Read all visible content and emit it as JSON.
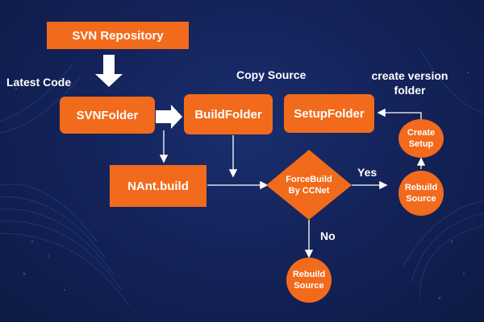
{
  "colors": {
    "node_fill": "#f26a1b",
    "background": "#14235a",
    "arrow": "#ffffff",
    "text": "#ffffff"
  },
  "nodes": {
    "svn_repository": "SVN Repository",
    "svn_folder": "SVNFolder",
    "build_folder": "BuildFolder",
    "setup_folder": "SetupFolder",
    "nant_build": "NAnt.build",
    "decision_line1": "ForceBuild",
    "decision_line2": "By CCNet",
    "rebuild_no_line1": "Rebuild",
    "rebuild_no_line2": "Source",
    "rebuild_yes_line1": "Rebuild",
    "rebuild_yes_line2": "Source",
    "create_setup_line1": "Create",
    "create_setup_line2": "Setup"
  },
  "labels": {
    "latest_code": "Latest Code",
    "copy_source": "Copy Source",
    "create_version_line1": "create version",
    "create_version_line2": "folder",
    "yes": "Yes",
    "no": "No"
  }
}
